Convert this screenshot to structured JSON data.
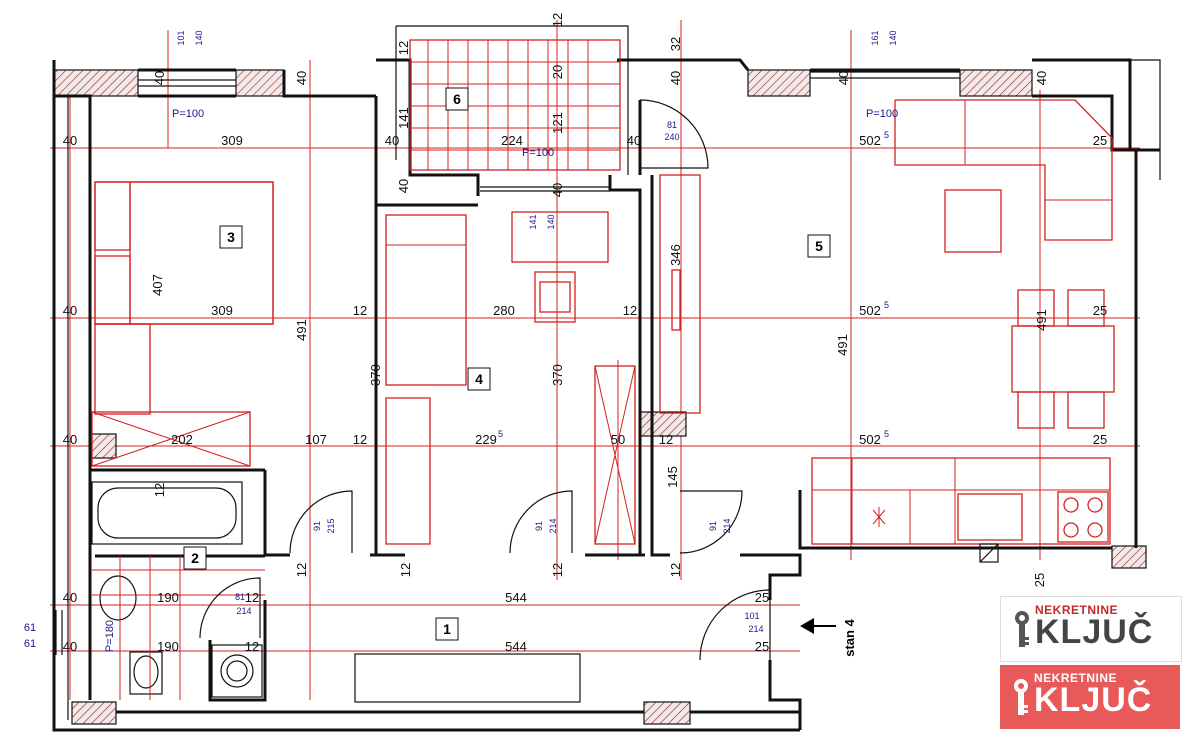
{
  "rooms": {
    "r1": "1",
    "r2": "2",
    "r3": "3",
    "r4": "4",
    "r5": "5",
    "r6": "6"
  },
  "dimensions": {
    "d40": "40",
    "d309": "309",
    "d224": "224",
    "d5025": "502",
    "sup5": "5",
    "d25": "25",
    "d407": "407",
    "d491": "491",
    "d12": "12",
    "d280": "280",
    "d370": "370",
    "d346": "346",
    "d202": "202",
    "d107": "107",
    "d2295": "229",
    "d50": "50",
    "d145": "145",
    "d190": "190",
    "d544": "544",
    "d61": "61",
    "d121": "121",
    "d20": "20",
    "d141": "141",
    "d32": "32",
    "d101": "101",
    "d140": "140",
    "d161": "161",
    "d81": "81",
    "d240": "240",
    "d91": "91",
    "d214": "214",
    "d215": "215"
  },
  "annotations": {
    "p100": "P=100",
    "p180": "P=180",
    "entrance": "stan 4"
  },
  "logos": {
    "top_text": "NEKRETNINE",
    "main_text": "KLJUČ"
  },
  "colors": {
    "furniture": "#d42020",
    "walls": "#111111",
    "logo_accent": "#c62828",
    "logo_bg_red": "#e85a5a"
  }
}
